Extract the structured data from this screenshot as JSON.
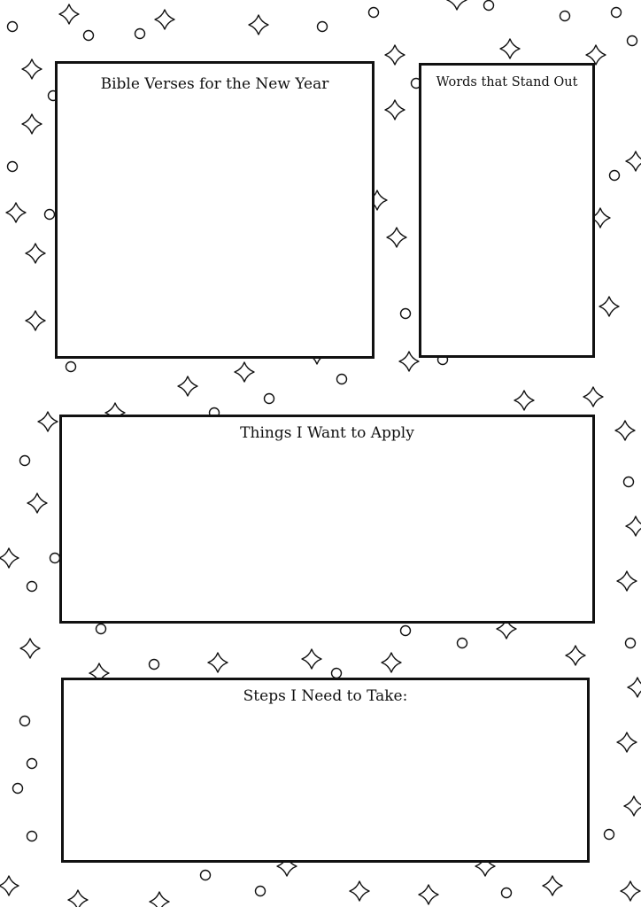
{
  "sections": {
    "verses": {
      "title": "Bible Verses for the New Year"
    },
    "words": {
      "title": "Words that Stand Out"
    },
    "apply": {
      "title": "Things I Want to Apply"
    },
    "steps": {
      "title": "Steps I Need to Take:"
    }
  },
  "decor": {
    "shape_icons": [
      "sparkle-star-icon",
      "circle-dot-icon"
    ],
    "line_color": "#111111",
    "background_color": "#ffffff"
  }
}
